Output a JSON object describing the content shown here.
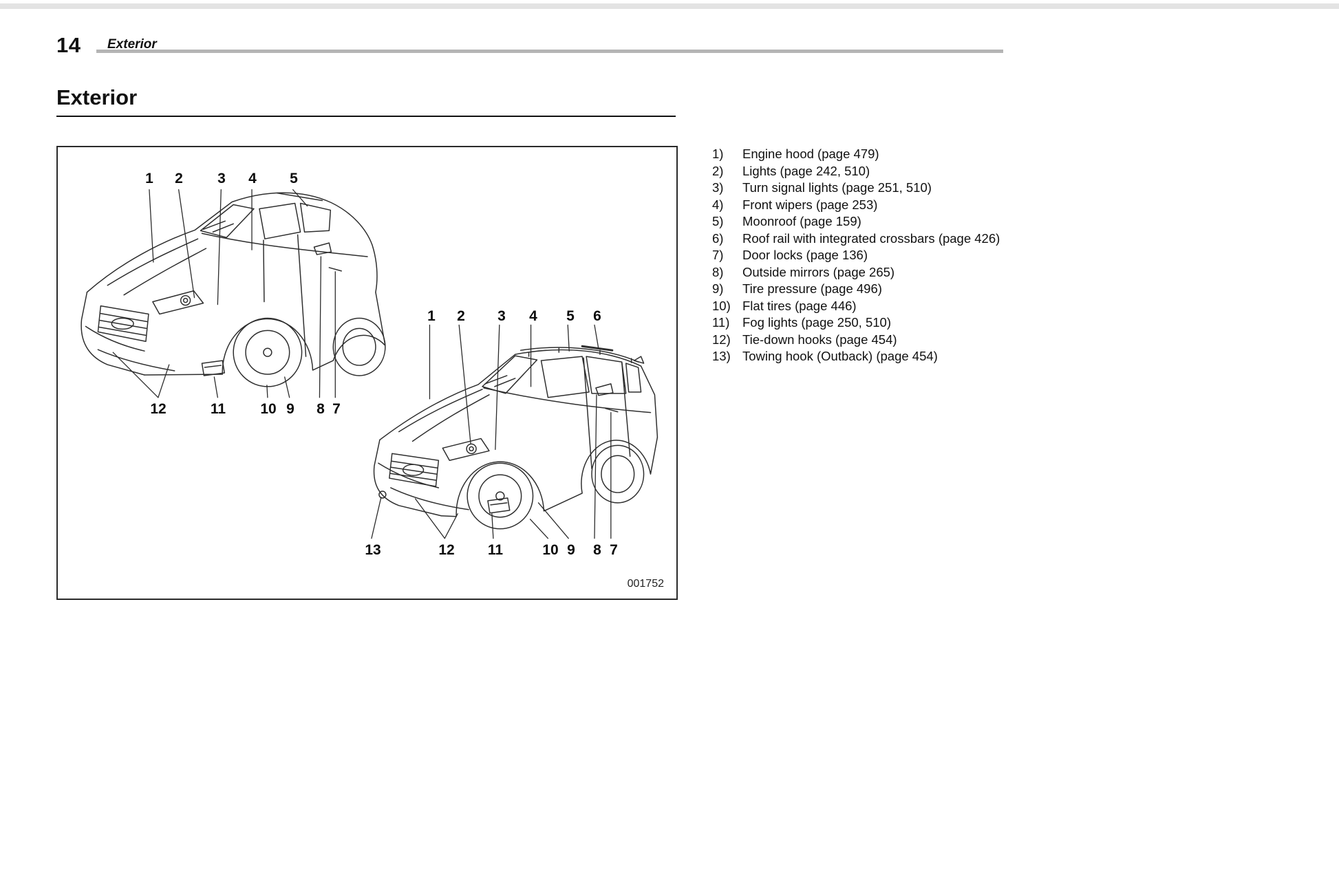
{
  "page": {
    "number": "14",
    "header_label": "Exterior",
    "section_title": "Exterior"
  },
  "figure": {
    "code": "001752",
    "sedan_callouts_top": [
      "1",
      "2",
      "3",
      "4",
      "5"
    ],
    "sedan_callouts_bottom": [
      "12",
      "11",
      "10",
      "9",
      "8",
      "7"
    ],
    "wagon_callouts_top": [
      "1",
      "2",
      "3",
      "4",
      "5",
      "6"
    ],
    "wagon_callouts_bottom": [
      "13",
      "12",
      "11",
      "10",
      "9",
      "8",
      "7"
    ]
  },
  "legend": {
    "items": [
      {
        "num": "1)",
        "text": "Engine hood (page 479)"
      },
      {
        "num": "2)",
        "text": "Lights (page 242, 510)"
      },
      {
        "num": "3)",
        "text": "Turn signal lights (page 251, 510)"
      },
      {
        "num": "4)",
        "text": "Front wipers (page 253)"
      },
      {
        "num": "5)",
        "text": "Moonroof (page 159)"
      },
      {
        "num": "6)",
        "text": "Roof rail with integrated crossbars (page 426)"
      },
      {
        "num": "7)",
        "text": "Door locks (page 136)"
      },
      {
        "num": "8)",
        "text": "Outside mirrors (page 265)"
      },
      {
        "num": "9)",
        "text": "Tire pressure (page 496)"
      },
      {
        "num": "10)",
        "text": "Flat tires (page 446)"
      },
      {
        "num": "11)",
        "text": "Fog lights (page 250, 510)"
      },
      {
        "num": "12)",
        "text": "Tie-down hooks (page 454)"
      },
      {
        "num": "13)",
        "text": "Towing hook (Outback) (page 454)"
      }
    ]
  }
}
